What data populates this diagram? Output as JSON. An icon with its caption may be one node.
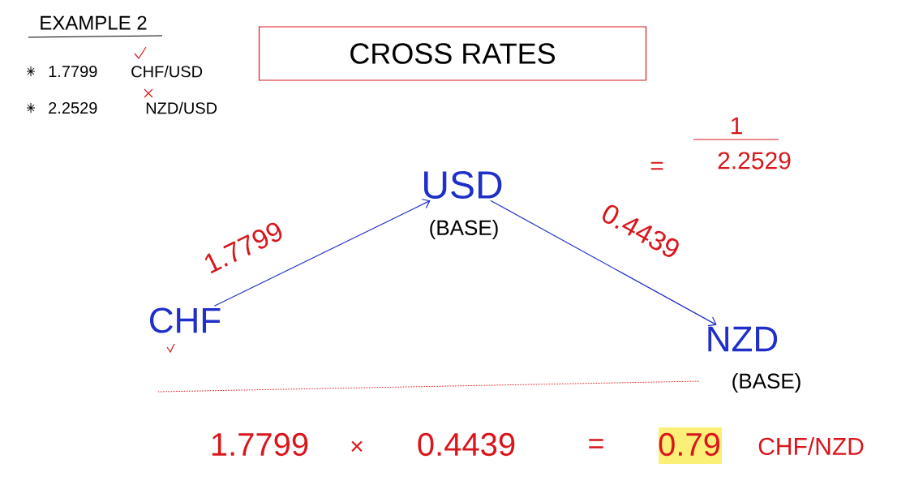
{
  "diagram": {
    "title": "CROSS RATES",
    "nodes": [
      {
        "text": [
          "USD"
        ],
        "beside": [
          "(BASE)"
        ]
      },
      {
        "text": [
          "CHF"
        ]
      },
      {
        "text": [
          "NZD"
        ],
        "beside": [
          "(BASE)"
        ]
      }
    ],
    "edges": [
      {
        "from": 1,
        "to": 0,
        "arrow": "to",
        "label": "1.7799"
      },
      {
        "from": 0,
        "to": 2,
        "arrow": "to",
        "label": "0.4439"
      }
    ],
    "labels": [
      "EXAMPLE 2",
      "1.7799",
      "CHF/USD",
      "2.2529",
      "NZD/USD",
      "=",
      "1",
      "2.2529",
      "1.7799",
      "×",
      "0.4439",
      "=",
      "0.79",
      "CHF/NZD"
    ]
  }
}
